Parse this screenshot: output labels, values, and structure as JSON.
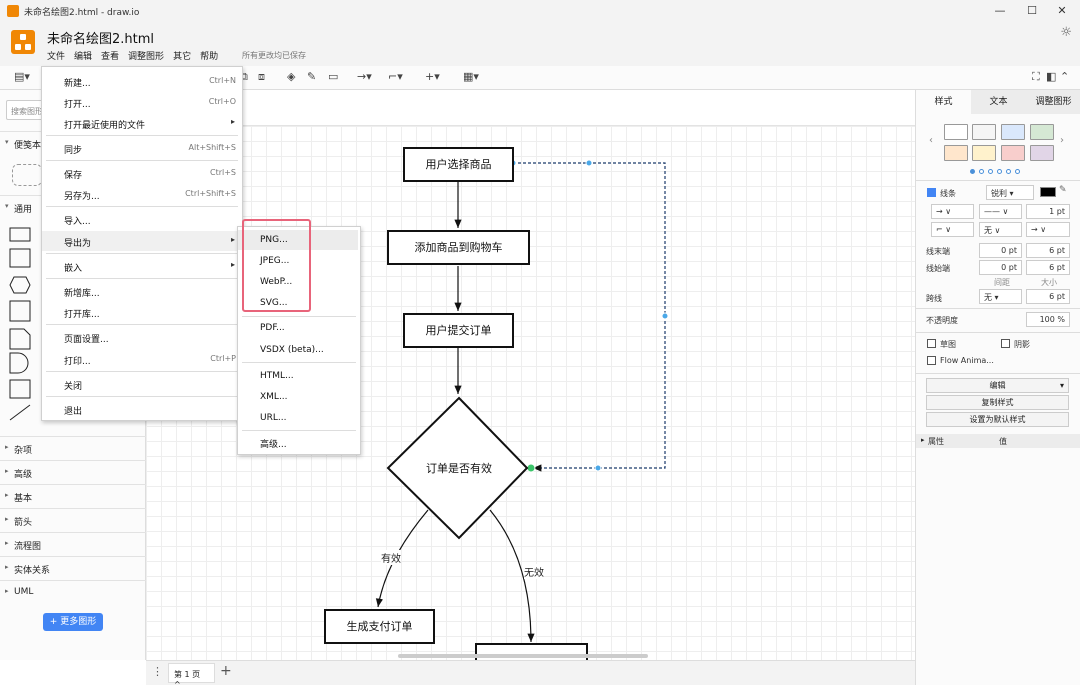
{
  "window": {
    "title": "未命名绘图2.html - draw.io",
    "controls": [
      "—",
      "☐",
      "✕"
    ]
  },
  "header": {
    "doc_title": "未命名绘图2.html",
    "menus": [
      "文件",
      "编辑",
      "查看",
      "调整图形",
      "其它",
      "帮助"
    ],
    "saved_status": "所有更改均已保存"
  },
  "left_panel": {
    "search_placeholder": "搜索图形",
    "sections": [
      "便笺本",
      "通用",
      "杂项",
      "高级",
      "基本",
      "箭头",
      "流程图",
      "实体关系",
      "UML"
    ],
    "more_shapes": "+ 更多图形"
  },
  "file_menu": {
    "items": [
      {
        "label": "新建...",
        "shortcut": "Ctrl+N"
      },
      {
        "label": "打开...",
        "shortcut": "Ctrl+O"
      },
      {
        "label": "打开最近使用的文件",
        "shortcut": ""
      },
      {
        "label": "同步",
        "shortcut": "Alt+Shift+S"
      },
      {
        "label": "保存",
        "shortcut": "Ctrl+S"
      },
      {
        "label": "另存为...",
        "shortcut": "Ctrl+Shift+S"
      },
      {
        "label": "导入...",
        "shortcut": ""
      },
      {
        "label": "导出为",
        "shortcut": ""
      },
      {
        "label": "嵌入",
        "shortcut": ""
      },
      {
        "label": "新增库...",
        "shortcut": ""
      },
      {
        "label": "打开库...",
        "shortcut": ""
      },
      {
        "label": "页面设置...",
        "shortcut": ""
      },
      {
        "label": "打印...",
        "shortcut": "Ctrl+P"
      },
      {
        "label": "关闭",
        "shortcut": ""
      },
      {
        "label": "退出",
        "shortcut": ""
      }
    ]
  },
  "export_menu": {
    "items": [
      "PNG...",
      "JPEG...",
      "WebP...",
      "SVG...",
      "PDF...",
      "VSDX (beta)...",
      "HTML...",
      "XML...",
      "URL...",
      "高级..."
    ]
  },
  "diagram": {
    "nodes": [
      "用户选择商品",
      "添加商品到购物车",
      "用户提交订单",
      "订单是否有效",
      "生成支付订单",
      ""
    ],
    "edge_labels": [
      "有效",
      "无效"
    ]
  },
  "page_bar": {
    "page_tab": "第 1 页"
  },
  "right_panel": {
    "tabs": [
      "样式",
      "文本",
      "调整图形"
    ],
    "swatch_colors": [
      "#ffffff",
      "#f5f5f5",
      "#dae8fc",
      "#d5e8d4",
      "#ffe6cc",
      "#fff2cc",
      "#f8cecc",
      "#e1d5e7"
    ],
    "line_label": "线条",
    "line_style": "锐利",
    "line_width": "1 pt",
    "line_end_label": "线末端",
    "line_start_label": "线始端",
    "line_end_values": [
      "0 pt",
      "6 pt"
    ],
    "line_start_values": [
      "0 pt",
      "6 pt"
    ],
    "spacing_label": "间距",
    "size_label": "大小",
    "jump_label": "跨线",
    "jump_value": "无",
    "jump_size": "6 pt",
    "waypoint_none": "无",
    "opacity_label": "不透明度",
    "opacity_value": "100 %",
    "sketch_label": "草图",
    "shadow_label": "阴影",
    "flow_anim_label": "Flow Anima...",
    "edit_label": "编辑",
    "copy_style": "复制样式",
    "set_default": "设置为默认样式",
    "prop_header": "属性",
    "value_header": "值"
  }
}
